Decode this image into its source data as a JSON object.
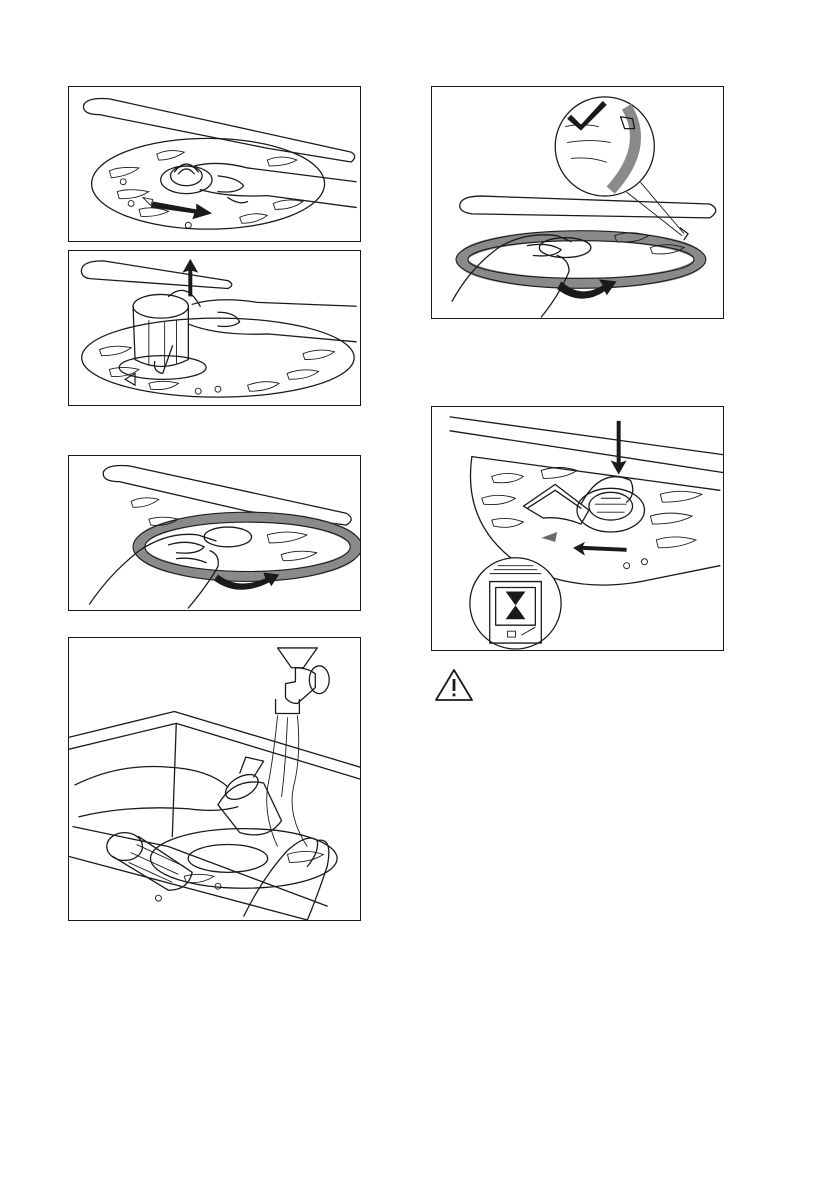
{
  "figures": [
    {
      "id": "remove-filter-turn",
      "icon": "turn-filter-left-illustration"
    },
    {
      "id": "remove-filter-lift",
      "icon": "lift-filter-up-illustration"
    },
    {
      "id": "remove-flat-filter",
      "icon": "remove-flat-filter-illustration"
    },
    {
      "id": "rinse-filters",
      "icon": "rinse-filters-under-tap-illustration"
    },
    {
      "id": "reinstall-flat-filter",
      "icon": "reinstall-flat-filter-check-illustration"
    },
    {
      "id": "reinstall-filter-lock",
      "icon": "lock-filter-illustration"
    }
  ],
  "warning": {
    "icon": "warning-triangle-icon",
    "color": "#1a1a1a"
  }
}
